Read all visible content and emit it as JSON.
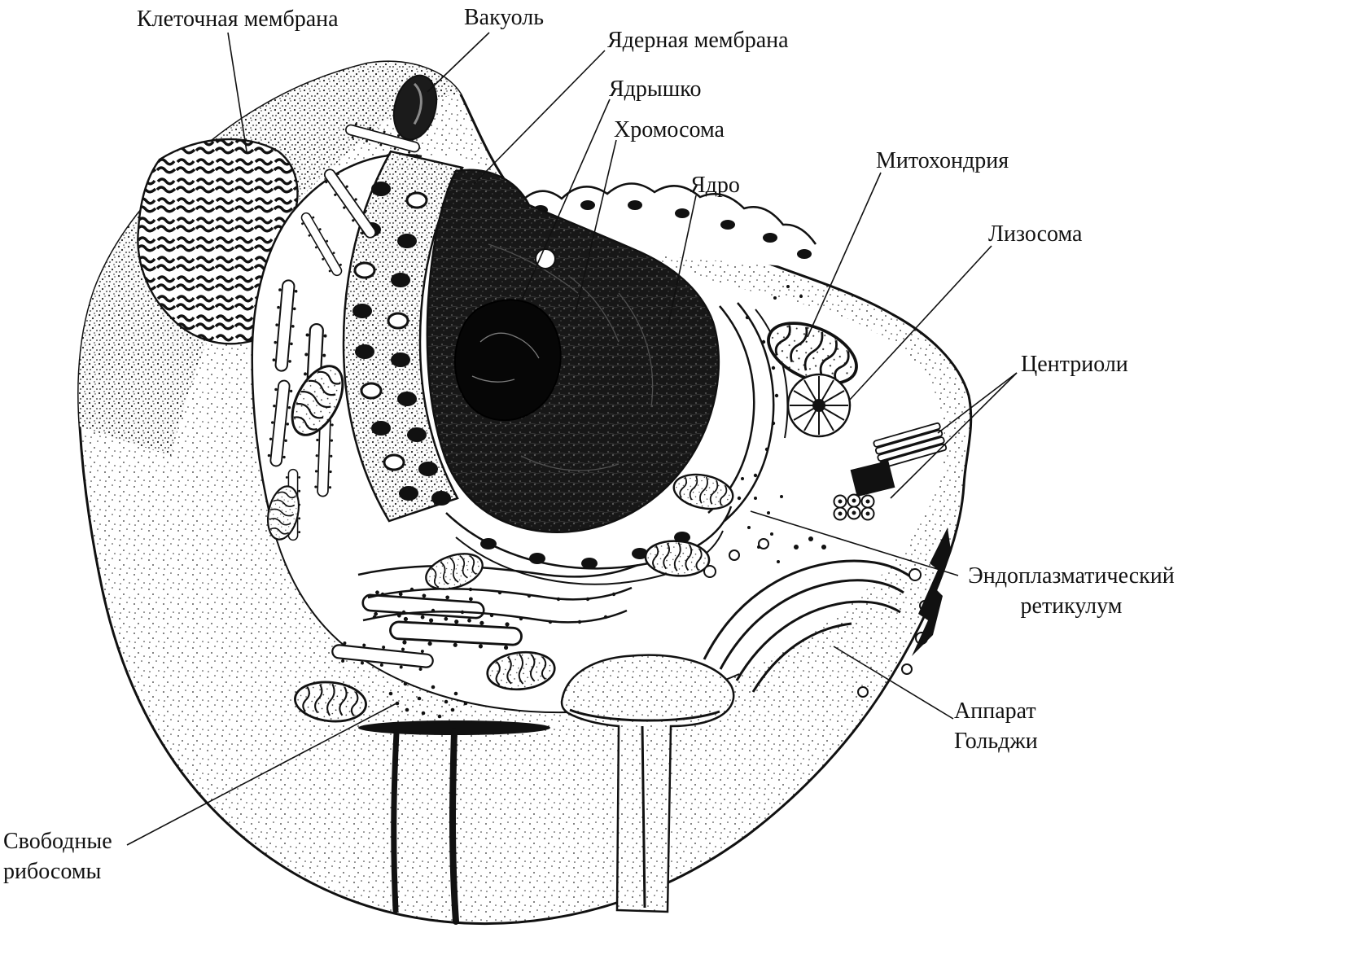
{
  "diagram": {
    "labels": {
      "cell_membrane": "Клеточная мембрана",
      "vacuole": "Вакуоль",
      "nuclear_membrane": "Ядерная мембрана",
      "nucleolus": "Ядрышко",
      "chromosome": "Хромосома",
      "nucleus": "Ядро",
      "mitochondrion": "Митохондрия",
      "lysosome": "Лизосома",
      "centrioles": "Центриоли",
      "endoplasmic_reticulum": "Эндоплазматический\nретикулум",
      "golgi_apparatus": "Аппарат\nГольджи",
      "free_ribosomes": "Свободные\nрибосомы"
    },
    "colors": {
      "ink": "#111111",
      "paper": "#ffffff"
    }
  }
}
